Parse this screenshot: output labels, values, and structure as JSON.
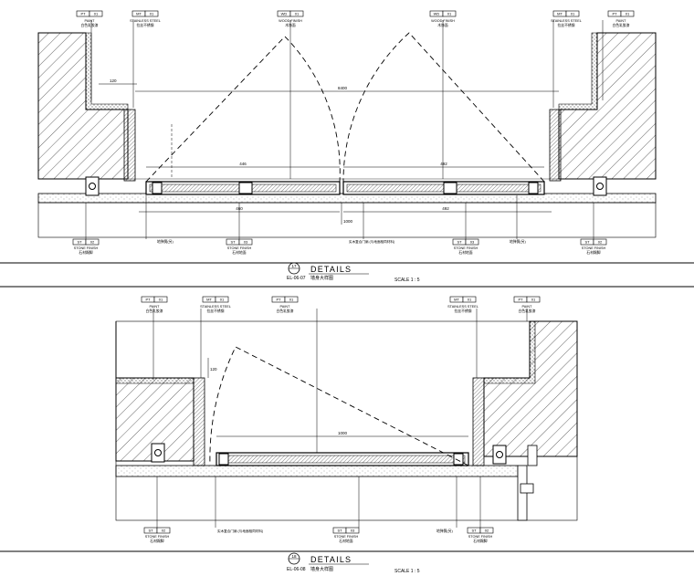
{
  "sheet": {
    "details": [
      {
        "number": "17",
        "ref": "EL-06-07",
        "ref_name": "墙身大样图",
        "title": "DETAILS",
        "scale": "SCALE 1 : 5",
        "dims": {
          "top_overall": "8400",
          "left_leaf": "446",
          "right_leaf": "492",
          "bottom_left": "460",
          "bottom_right": "492",
          "wall_return": "120",
          "vertical": "1000"
        },
        "tags_top": [
          {
            "code": "PT",
            "num": "01",
            "line1": "PAINT",
            "line2": "白色乳胶漆"
          },
          {
            "code": "MT",
            "num": "01",
            "line1": "STAINLESS STEEL",
            "line2": "拉丝不锈钢"
          },
          {
            "code": "WD",
            "num": "01",
            "line1": "WOOD FINISH",
            "line2": "木饰面"
          },
          {
            "code": "WD",
            "num": "01",
            "line1": "WOOD FINISH",
            "line2": "木饰面"
          },
          {
            "code": "MT",
            "num": "01",
            "line1": "STAINLESS STEEL",
            "line2": "拉丝不锈钢"
          },
          {
            "code": "PT",
            "num": "01",
            "line1": "PAINT",
            "line2": "白色乳胶漆"
          }
        ],
        "tags_bottom": [
          {
            "code": "ST",
            "num": "02",
            "line1": "STONE FINISH",
            "line2": "石材踢脚"
          },
          {
            "code": "ST",
            "num": "03",
            "line1": "STONE FINISH",
            "line2": "石材地面"
          },
          {
            "code": "ST",
            "num": "03",
            "line1": "STONE FINISH",
            "line2": "石材地面"
          },
          {
            "code": "ST",
            "num": "02",
            "line1": "STONE FINISH",
            "line2": "石材踢脚"
          }
        ],
        "notes": [
          "地弹簧(另)",
          "实木复合门扇 (与地面相同材料)",
          "地弹簧(另)"
        ]
      },
      {
        "number": "18",
        "ref": "EL-06-08",
        "ref_name": "墙身大样图",
        "title": "DETAILS",
        "scale": "SCALE 1 : 5",
        "dims": {
          "leaf": "1000",
          "wall_return": "120"
        },
        "tags_top": [
          {
            "code": "PT",
            "num": "01",
            "line1": "PAINT",
            "line2": "白色乳胶漆"
          },
          {
            "code": "MT",
            "num": "01",
            "line1": "STAINLESS STEEL",
            "line2": "拉丝不锈钢"
          },
          {
            "code": "PT",
            "num": "01",
            "line1": "PAINT",
            "line2": "白色乳胶漆"
          },
          {
            "code": "MT",
            "num": "01",
            "line1": "STAINLESS STEEL",
            "line2": "拉丝不锈钢"
          },
          {
            "code": "PT",
            "num": "01",
            "line1": "PAINT",
            "line2": "白色乳胶漆"
          }
        ],
        "tags_bottom": [
          {
            "code": "ST",
            "num": "02",
            "line1": "STONE FINISH",
            "line2": "石材踢脚"
          },
          {
            "code": "ST",
            "num": "03",
            "line1": "STONE FINISH",
            "line2": "石材地面"
          },
          {
            "code": "ST",
            "num": "02",
            "line1": "STONE FINISH",
            "line2": "石材踢脚"
          }
        ],
        "notes": [
          "实木复合门扇 (与地面相同材料)",
          "地弹簧(另)"
        ]
      }
    ]
  }
}
